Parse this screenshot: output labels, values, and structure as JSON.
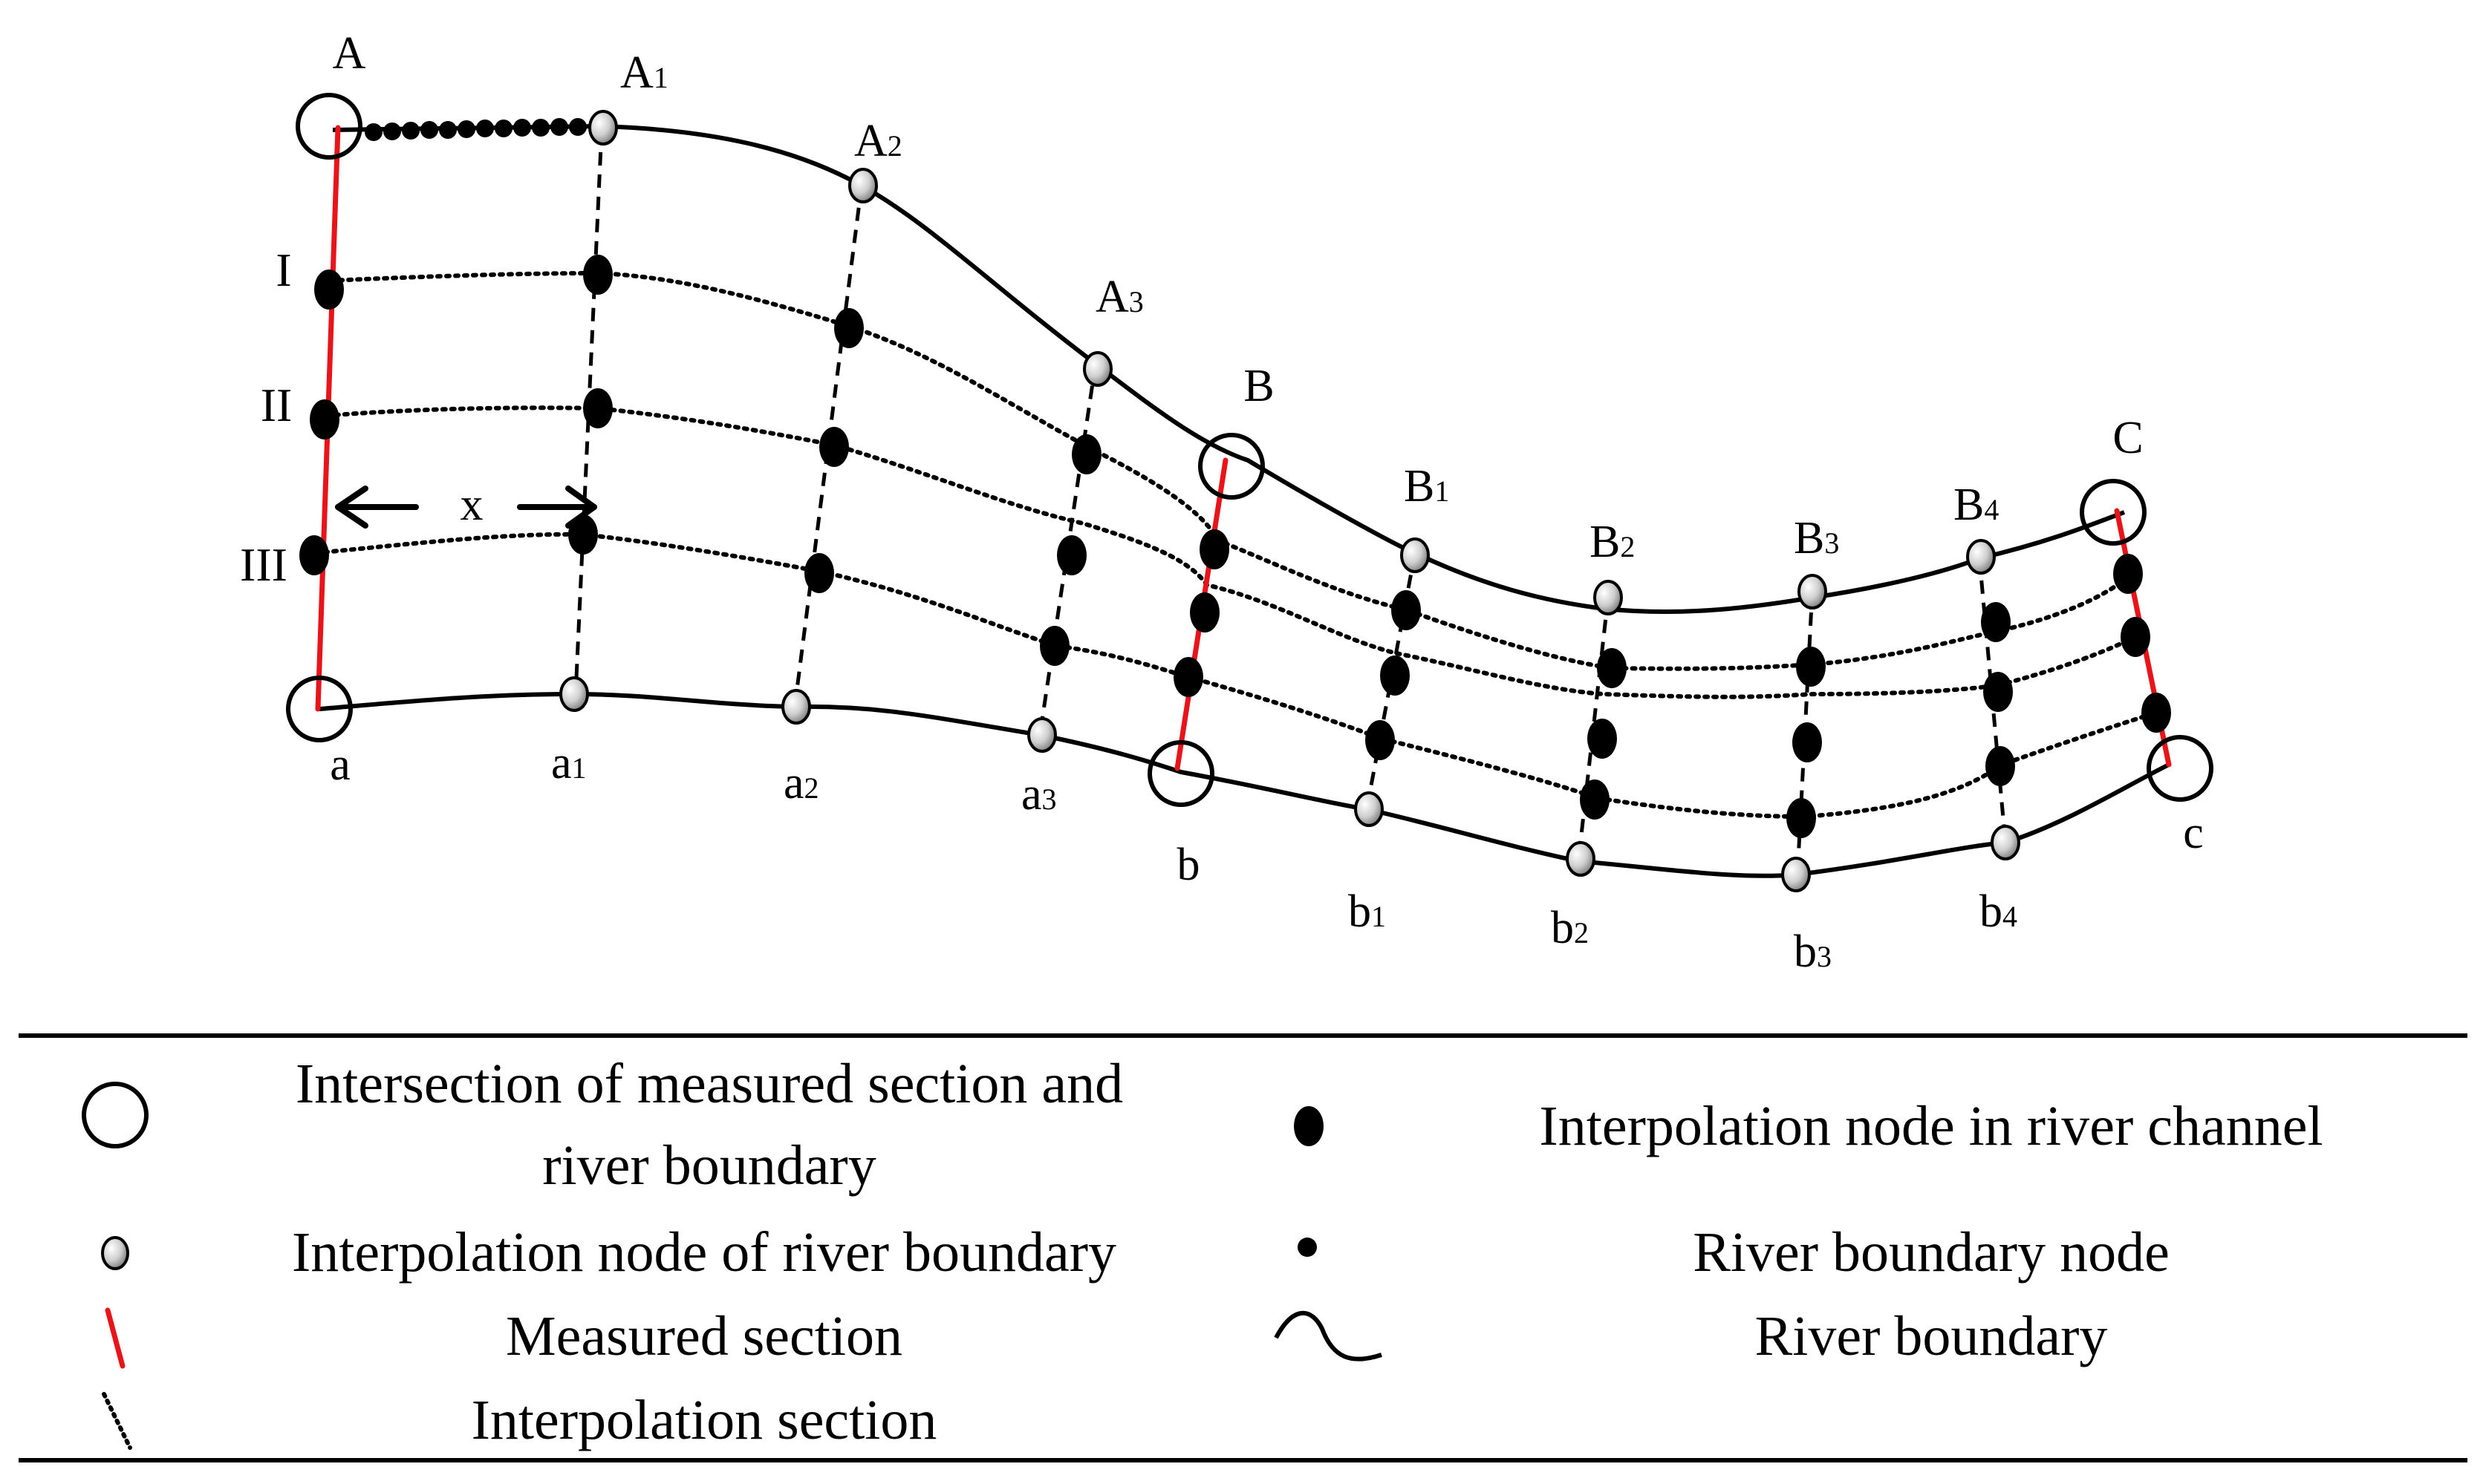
{
  "labels": {
    "upper": [
      {
        "main": "A",
        "sub": ""
      },
      {
        "main": "A",
        "sub": "1"
      },
      {
        "main": "A",
        "sub": "2"
      },
      {
        "main": "A",
        "sub": "3"
      },
      {
        "main": "B",
        "sub": ""
      },
      {
        "main": "B",
        "sub": "1"
      },
      {
        "main": "B",
        "sub": "2"
      },
      {
        "main": "B",
        "sub": "3"
      },
      {
        "main": "B",
        "sub": "4"
      },
      {
        "main": "C",
        "sub": ""
      }
    ],
    "lower": [
      {
        "main": "a",
        "sub": ""
      },
      {
        "main": "a",
        "sub": "1"
      },
      {
        "main": "a",
        "sub": "2"
      },
      {
        "main": "a",
        "sub": "3"
      },
      {
        "main": "b",
        "sub": ""
      },
      {
        "main": "b",
        "sub": "1"
      },
      {
        "main": "b",
        "sub": "2"
      },
      {
        "main": "b",
        "sub": "3"
      },
      {
        "main": "b",
        "sub": "4"
      },
      {
        "main": "c",
        "sub": ""
      }
    ],
    "roman": [
      "I",
      "II",
      "III"
    ],
    "distance": "x"
  },
  "legend": {
    "intersection": "Intersection of measured section and",
    "intersection_2": "river boundary",
    "channel_node": "Interpolation node in river channel",
    "boundary_interp_node": "Interpolation node of river boundary",
    "boundary_node": "River boundary node",
    "measured_section": "Measured section",
    "river_boundary": "River boundary",
    "interp_section": "Interpolation section"
  },
  "colors": {
    "measured_section": "#e8141a",
    "line": "#000000",
    "grey_node_light": "#f2f2f2",
    "grey_node_dark": "#8a8a8a"
  }
}
